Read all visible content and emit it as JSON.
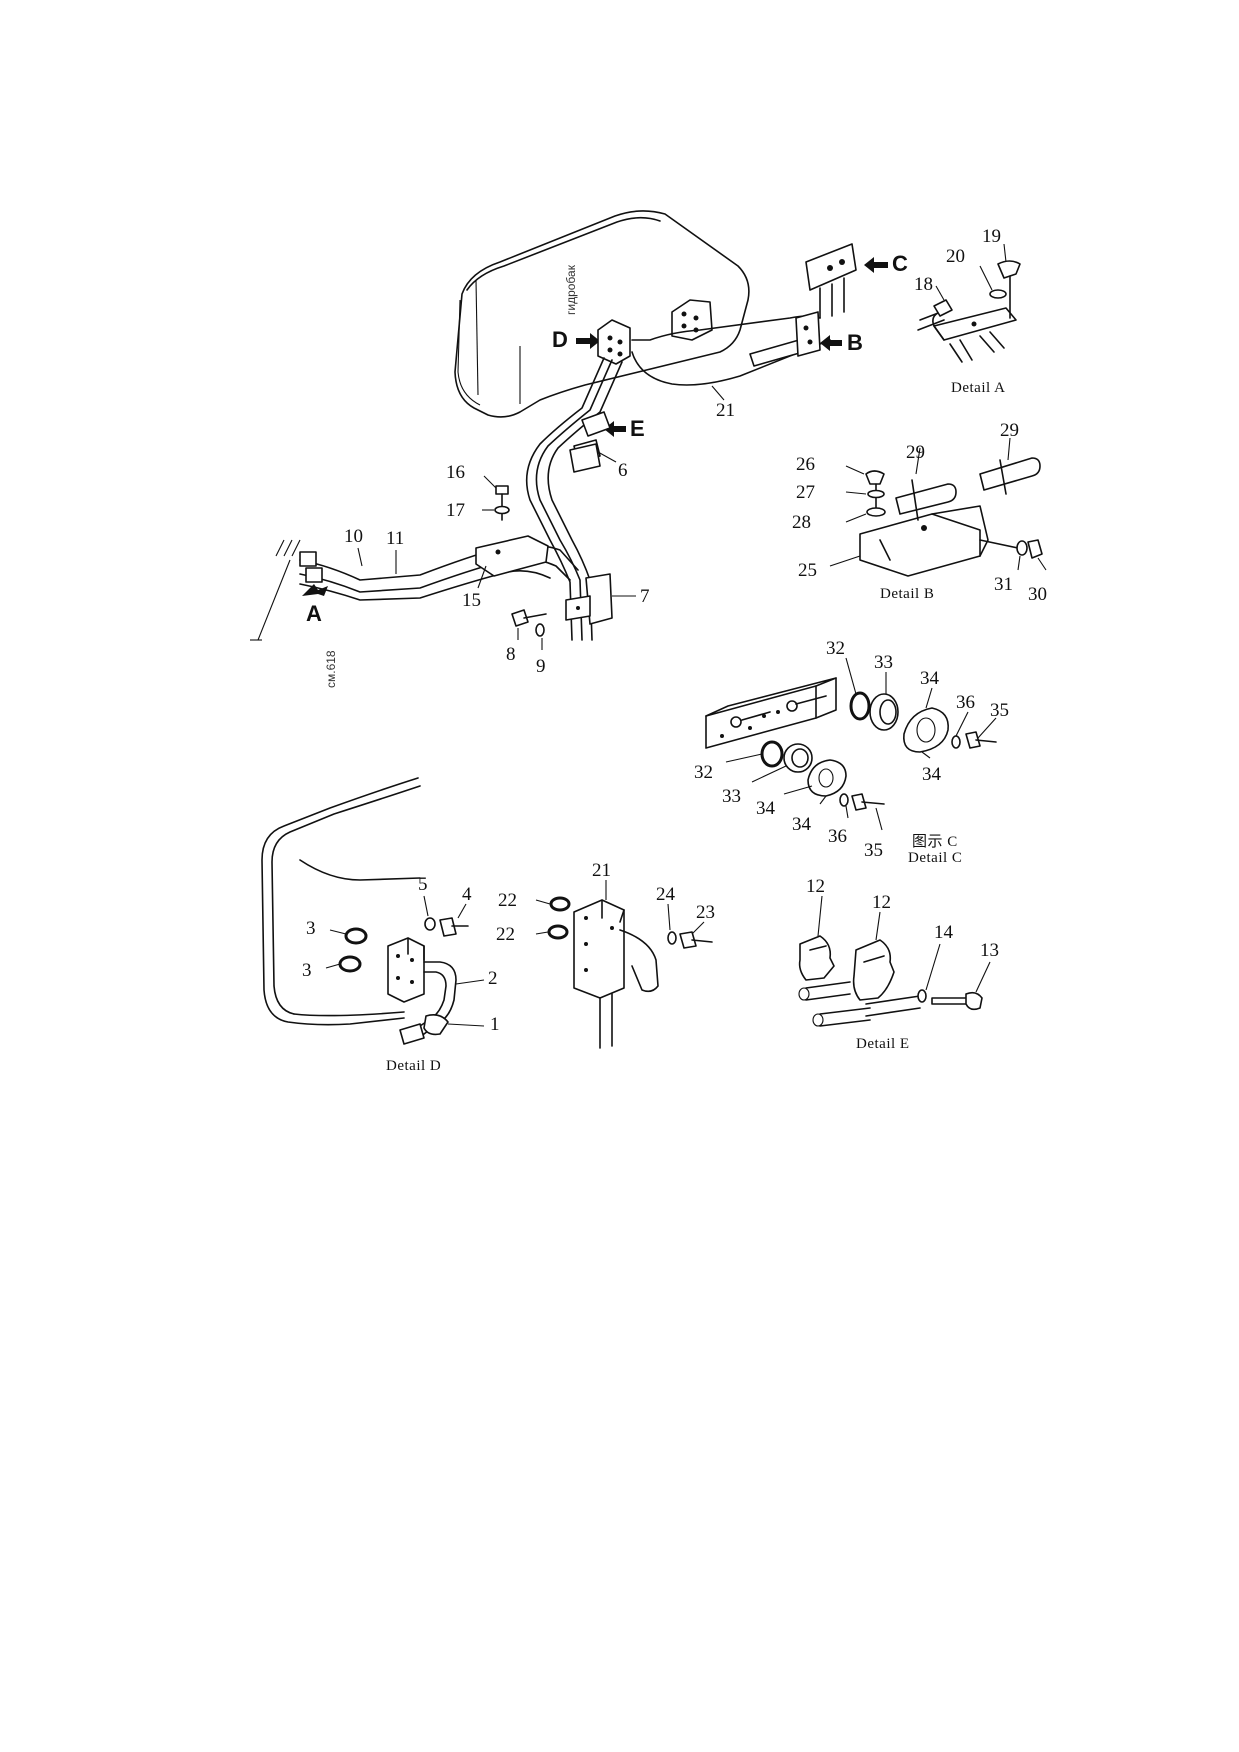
{
  "tank_label": "гидробак",
  "sheet_code": "cм.618",
  "views": {
    "A": "A",
    "B": "B",
    "C": "C",
    "D": "D",
    "E": "E"
  },
  "captions": {
    "detail_a": "Detail A",
    "detail_b": "Detail B",
    "detail_c_cn": "图示 C",
    "detail_c": "Detail C",
    "detail_d": "Detail D",
    "detail_e": "Detail E"
  },
  "parts": {
    "p1": "1",
    "p2": "2",
    "p3": "3",
    "p4": "4",
    "p5": "5",
    "p6": "6",
    "p7": "7",
    "p8": "8",
    "p9": "9",
    "p10": "10",
    "p11": "11",
    "p12": "12",
    "p13": "13",
    "p14": "14",
    "p15": "15",
    "p16": "16",
    "p17": "17",
    "p18": "18",
    "p19": "19",
    "p20": "20",
    "p21": "21",
    "p22": "22",
    "p23": "23",
    "p24": "24",
    "p25": "25",
    "p26": "26",
    "p27": "27",
    "p28": "28",
    "p29": "29",
    "p30": "30",
    "p31": "31",
    "p32": "32",
    "p33": "33",
    "p34": "34",
    "p35": "35",
    "p36": "36"
  }
}
